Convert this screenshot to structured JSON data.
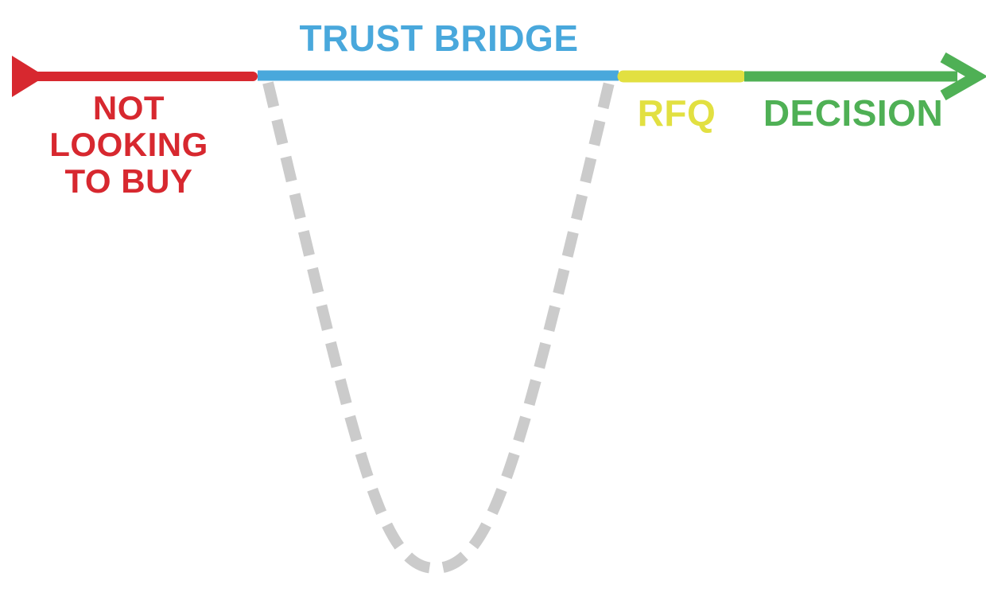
{
  "diagram": {
    "title": "buyer journey trust bridge timeline",
    "stages": [
      {
        "id": "not-looking-to-buy",
        "label_lines": [
          "NOT",
          "LOOKING",
          "TO BUY"
        ],
        "color": "#D7282F"
      },
      {
        "id": "trust-bridge",
        "label": "TRUST BRIDGE",
        "color": "#49A8DC"
      },
      {
        "id": "rfq",
        "label": "RFQ",
        "color": "#E2E041"
      },
      {
        "id": "decision",
        "label": "DECISION",
        "color": "#4FB055"
      }
    ],
    "gap_curve": {
      "color": "#CBCBCB",
      "style": "dashed"
    }
  }
}
